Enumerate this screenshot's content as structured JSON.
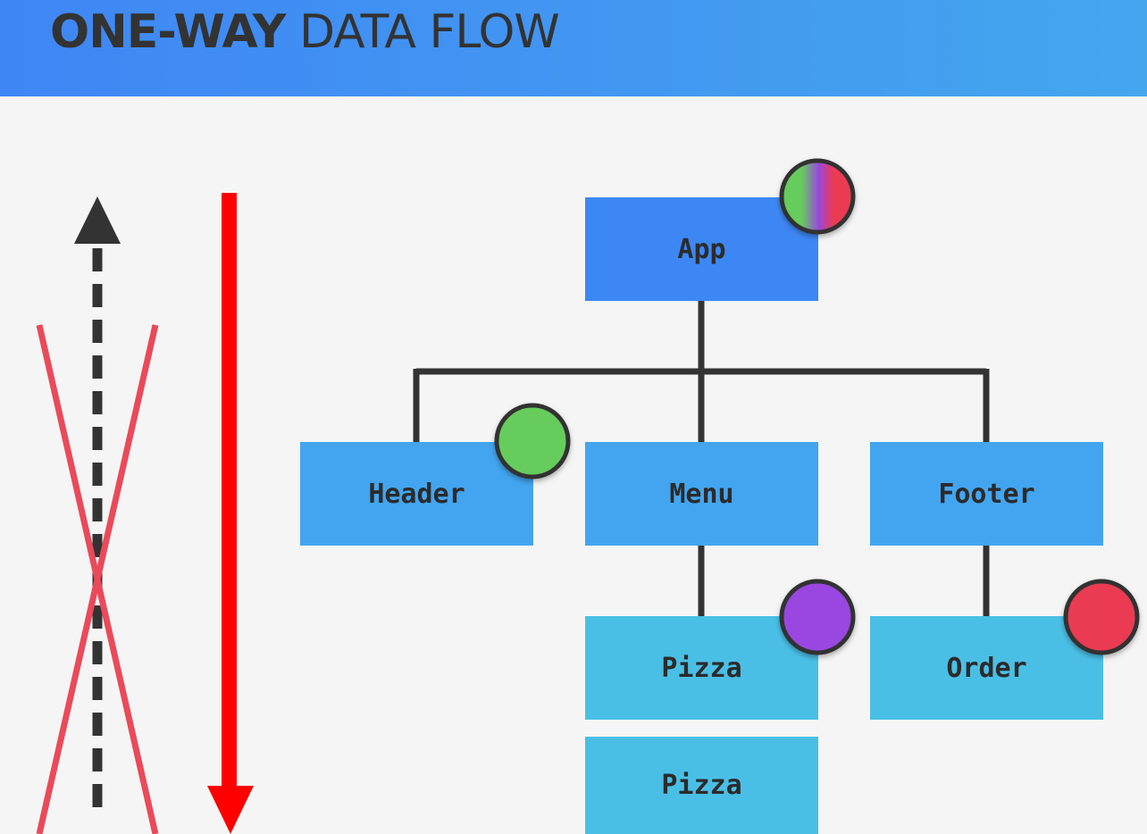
{
  "title": {
    "bold": "ONE-WAY",
    "light": "DATA FLOW"
  },
  "nodes": {
    "app": "App",
    "header": "Header",
    "menu": "Menu",
    "footer": "Footer",
    "pizza1": "Pizza",
    "order": "Order",
    "pizza2": "Pizza"
  },
  "colors": {
    "header_gradient_start": "#3f86f5",
    "header_gradient_end": "#45a6ee",
    "app_box": "#3d87f5",
    "level2_box": "#43a5f0",
    "level3_box": "#4abfe6",
    "connector": "#333333",
    "downward_arrow": "#ff0000",
    "upward_arrow": "#333333",
    "cross_mark": "#ea4a5a",
    "state_green": "#66cc5c",
    "state_purple": "#9947e0",
    "state_red": "#ea3a52"
  }
}
